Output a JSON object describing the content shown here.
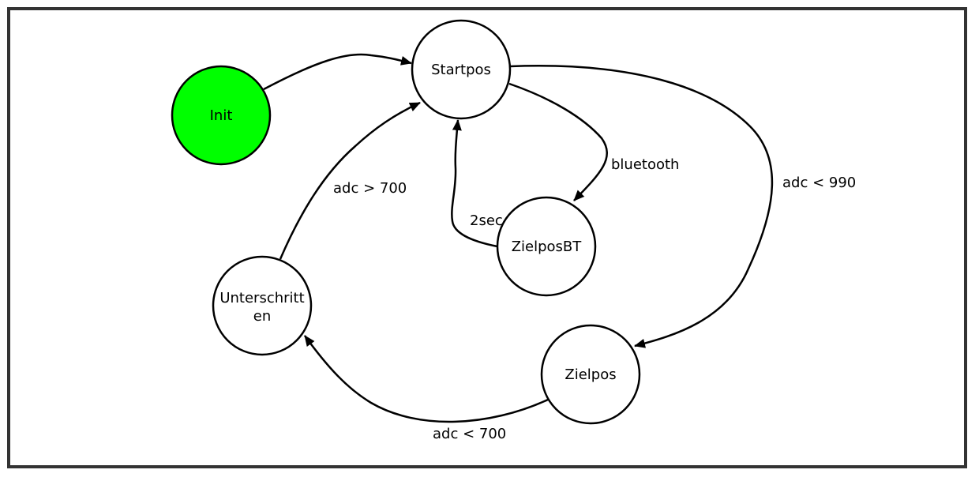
{
  "states": {
    "init": {
      "label": "Init",
      "color": "#00ff00"
    },
    "startpos": {
      "label": "Startpos",
      "color": "#ffffff"
    },
    "zielposbt": {
      "label": "ZielposBT",
      "color": "#ffffff"
    },
    "unterschritten": {
      "label_line1": "Unterschritt",
      "label_line2": "en",
      "color": "#ffffff"
    },
    "zielpos": {
      "label": "Zielpos",
      "color": "#ffffff"
    }
  },
  "transitions": {
    "startpos_to_zielposbt": {
      "label": "bluetooth"
    },
    "zielposbt_to_startpos": {
      "label": "2sec"
    },
    "startpos_to_zielpos": {
      "label": "adc < 990"
    },
    "zielpos_to_unterschritten": {
      "label": "adc < 700"
    },
    "unterschritten_to_startpos": {
      "label": "adc > 700"
    }
  }
}
